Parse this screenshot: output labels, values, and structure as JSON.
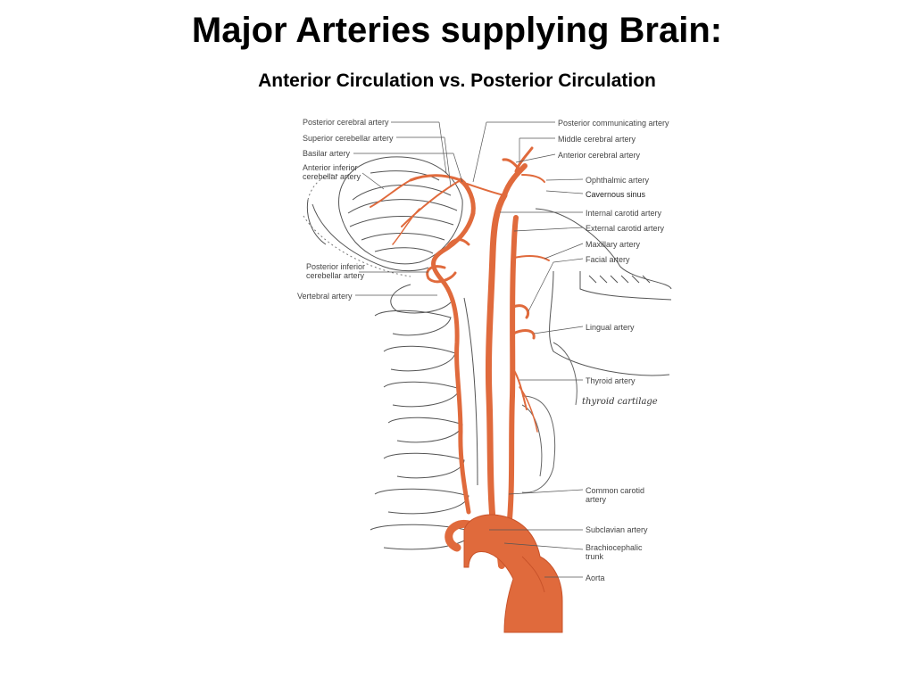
{
  "slide": {
    "title": "Major Arteries supplying Brain:",
    "subtitle": "Anterior Circulation vs. Posterior Circulation"
  },
  "colors": {
    "artery": "#e06a3c",
    "artery_dark": "#c9532a",
    "line": "#555555",
    "bone": "#ffffff"
  },
  "diagram": {
    "labels_left": [
      {
        "id": "pca",
        "text": "Posterior cerebral artery"
      },
      {
        "id": "sca",
        "text": "Superior cerebellar artery"
      },
      {
        "id": "basilar",
        "text": "Basilar artery"
      },
      {
        "id": "aica1",
        "text": "Anterior inferior"
      },
      {
        "id": "aica2",
        "text": "cerebellar artery"
      },
      {
        "id": "pica1",
        "text": "Posterior inferior"
      },
      {
        "id": "pica2",
        "text": "cerebellar artery"
      },
      {
        "id": "vertebral",
        "text": "Vertebral artery"
      }
    ],
    "labels_right": [
      {
        "id": "pcom",
        "text": "Posterior communicating artery"
      },
      {
        "id": "mca",
        "text": "Middle cerebral artery"
      },
      {
        "id": "aca",
        "text": "Anterior cerebral artery"
      },
      {
        "id": "ophthalmic",
        "text": "Ophthalmic artery"
      },
      {
        "id": "cavernous",
        "text": "Cavernous sinus"
      },
      {
        "id": "ica",
        "text": "Internal carotid artery"
      },
      {
        "id": "eca",
        "text": "External carotid artery"
      },
      {
        "id": "maxillary",
        "text": "Maxillary artery"
      },
      {
        "id": "facial",
        "text": "Facial artery"
      },
      {
        "id": "lingual",
        "text": "Lingual artery"
      },
      {
        "id": "thyroid",
        "text": "Thyroid artery"
      },
      {
        "id": "thyroid_cart",
        "text": "thyroid cartilage"
      },
      {
        "id": "cca1",
        "text": "Common carotid"
      },
      {
        "id": "cca2",
        "text": "artery"
      },
      {
        "id": "subclavian",
        "text": "Subclavian artery"
      },
      {
        "id": "brachio1",
        "text": "Brachiocephalic"
      },
      {
        "id": "brachio2",
        "text": "trunk"
      },
      {
        "id": "aorta",
        "text": "Aorta"
      }
    ]
  }
}
